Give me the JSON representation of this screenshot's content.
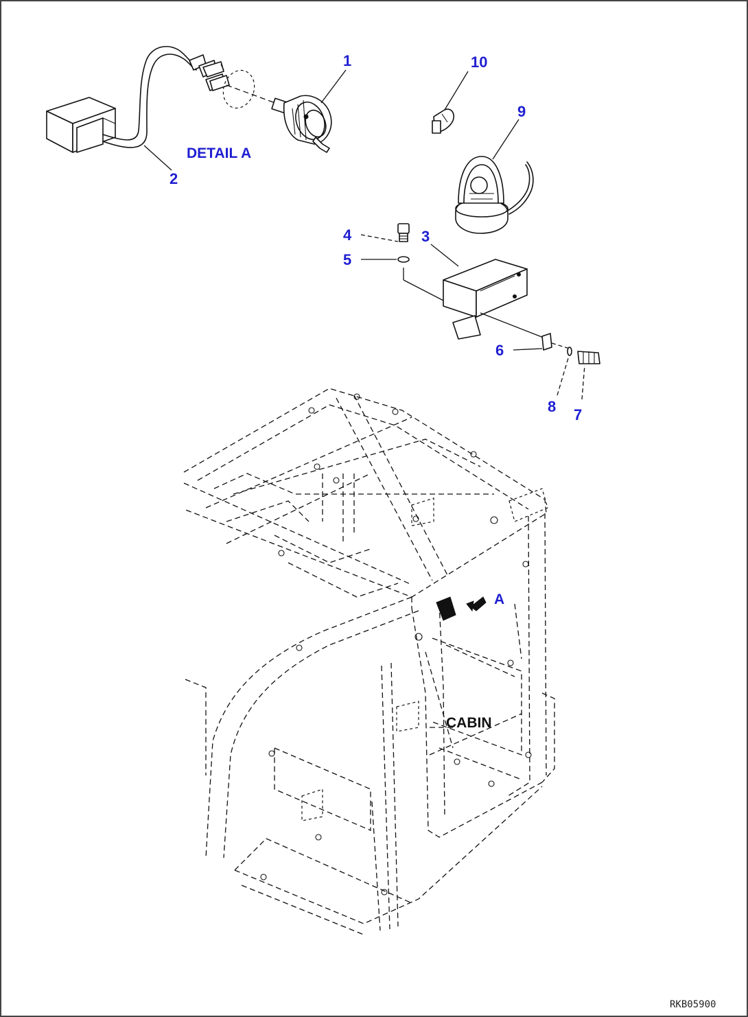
{
  "callouts": {
    "c1": "1",
    "c2": "2",
    "c3": "3",
    "c4": "4",
    "c5": "5",
    "c6": "6",
    "c7": "7",
    "c8": "8",
    "c9": "9",
    "c10": "10"
  },
  "labels": {
    "detail": "DETAIL A",
    "view_marker": "A",
    "cabin": "CABIN"
  },
  "drawing_ref": "RKB05900",
  "colors": {
    "callout": "#1f1fd2",
    "line": "#111111",
    "background": "#ffffff"
  }
}
